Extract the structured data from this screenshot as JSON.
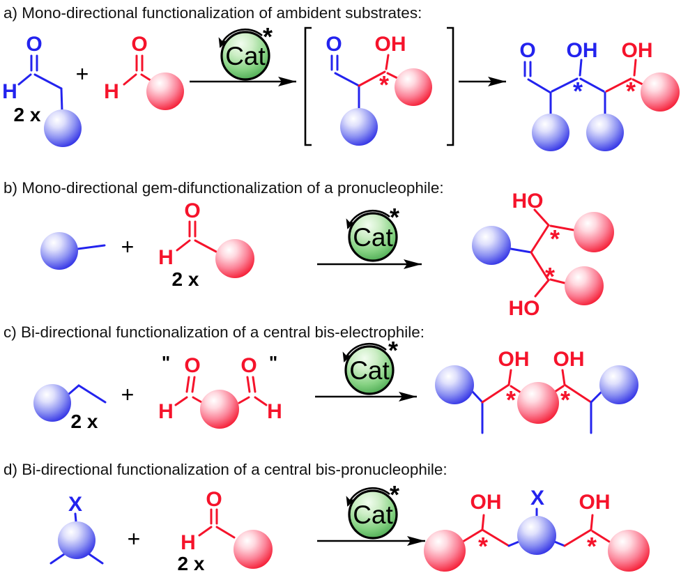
{
  "colors": {
    "blue": "#2323ee",
    "red": "#f5132b",
    "green": "#45aa47",
    "black": "#000000"
  },
  "labels": {
    "O": "O",
    "OH": "OH",
    "HO": "HO",
    "H": "H",
    "X": "X",
    "plus": "+",
    "two_x": "2 x",
    "cat": "Cat",
    "star": "*",
    "quote": "\""
  },
  "sections": {
    "a": {
      "title": "a) Mono-directional functionalization of ambident substrates:"
    },
    "b": {
      "title": "b) Mono-directional gem-difunctionalization of a pronucleophile:"
    },
    "c": {
      "title": "c) Bi-directional functionalization of a central bis-electrophile:"
    },
    "d": {
      "title": "d) Bi-directional functionalization of a central bis-pronucleophile:"
    }
  }
}
